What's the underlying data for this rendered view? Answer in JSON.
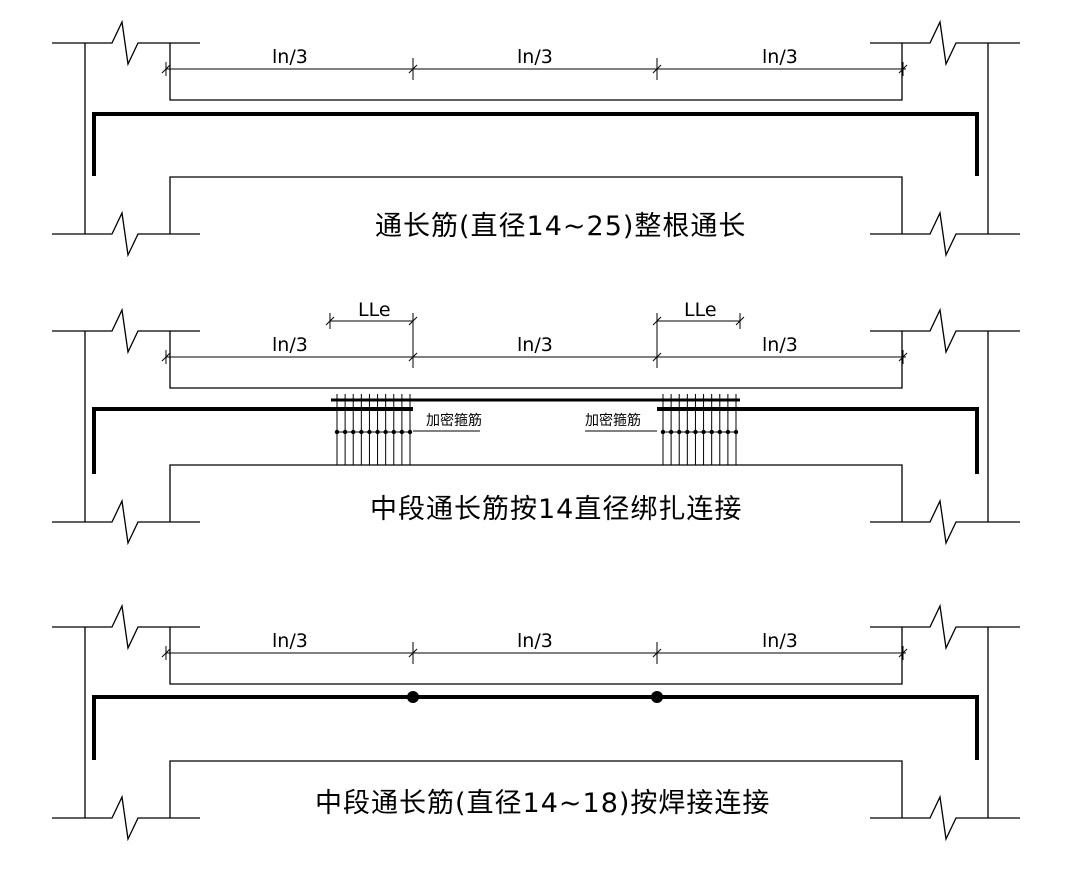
{
  "colors": {
    "stroke": "#000000",
    "background": "#ffffff"
  },
  "panels": [
    {
      "dims": [
        "ln/3",
        "ln/3",
        "ln/3"
      ],
      "caption": "通长筋(直径14~25)整根通长"
    },
    {
      "dims": [
        "ln/3",
        "ln/3",
        "ln/3"
      ],
      "lap_labels": [
        "LLe",
        "LLe"
      ],
      "stirrup_labels": [
        "加密箍筋",
        "加密箍筋"
      ],
      "caption": "中段通长筋按14直径绑扎连接"
    },
    {
      "dims": [
        "ln/3",
        "ln/3",
        "ln/3"
      ],
      "caption": "中段通长筋(直径14~18)按焊接连接"
    }
  ]
}
